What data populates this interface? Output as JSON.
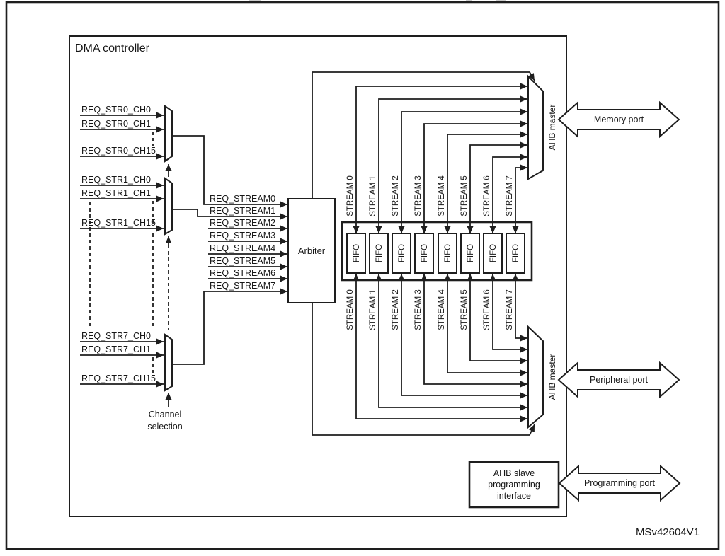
{
  "dma": {
    "title": "DMA controller",
    "watermark": "MSv42604V1"
  },
  "channels": {
    "group0": [
      "REQ_STR0_CH0",
      "REQ_STR0_CH1",
      "REQ_STR0_CH15"
    ],
    "group1": [
      "REQ_STR1_CH0",
      "REQ_STR1_CH1",
      "REQ_STR1_CH15"
    ],
    "group7": [
      "REQ_STR7_CH0",
      "REQ_STR7_CH1",
      "REQ_STR7_CH15"
    ],
    "selection_line1": "Channel",
    "selection_line2": "selection"
  },
  "req_streams": [
    "REQ_STREAM0",
    "REQ_STREAM1",
    "REQ_STREAM2",
    "REQ_STREAM3",
    "REQ_STREAM4",
    "REQ_STREAM5",
    "REQ_STREAM6",
    "REQ_STREAM7"
  ],
  "arbiter": {
    "label": "Arbiter"
  },
  "streams": {
    "labels": [
      "STREAM 0",
      "STREAM 1",
      "STREAM 2",
      "STREAM 3",
      "STREAM 4",
      "STREAM 5",
      "STREAM 6",
      "STREAM 7"
    ]
  },
  "fifo": {
    "label": "FIFO"
  },
  "ahb": {
    "master_label": "AHB master"
  },
  "ports": {
    "memory": "Memory port",
    "peripheral": "Peripheral port",
    "programming": "Programming port"
  },
  "ahb_slave": [
    "AHB slave",
    "programming",
    "interface"
  ],
  "colors": {
    "ink": "#1e1e1e",
    "background": "#ffffff"
  }
}
